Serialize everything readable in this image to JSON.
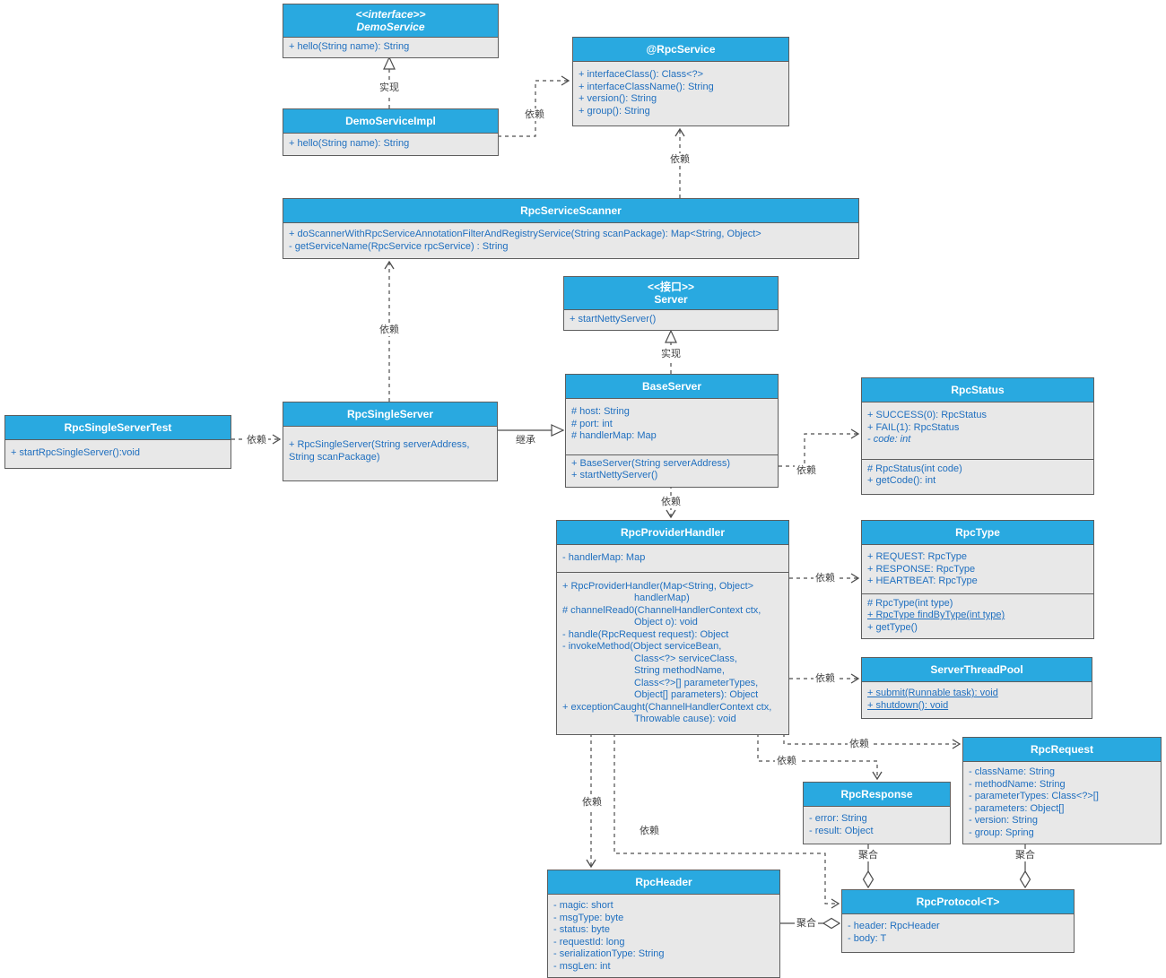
{
  "colors": {
    "header_bg": "#29A9E0",
    "body_bg": "#E8E8E8",
    "member_text": "#1F6FBF",
    "border": "#5E5E5E",
    "connector": "#4D4D4D"
  },
  "classes": {
    "demo_service": {
      "stereotype": "<<interface>>",
      "name": "DemoService",
      "methods": [
        "+  hello(String name): String"
      ]
    },
    "rpc_service_annotation": {
      "name": "@RpcService",
      "methods": [
        "+ interfaceClass(): Class<?>",
        "+ interfaceClassName(): String",
        "+ version(): String",
        "+ group(): String"
      ]
    },
    "demo_service_impl": {
      "name": "DemoServiceImpl",
      "methods": [
        "+  hello(String name): String"
      ]
    },
    "rpc_service_scanner": {
      "name": "RpcServiceScanner",
      "methods": [
        "+ doScannerWithRpcServiceAnnotationFilterAndRegistryService(String scanPackage): Map<String, Object>",
        "- getServiceName(RpcService rpcService) : String"
      ]
    },
    "server": {
      "stereotype": "<<接口>>",
      "name": "Server",
      "methods": [
        "+ startNettyServer()"
      ]
    },
    "base_server": {
      "name": "BaseServer",
      "attributes": [
        "# host: String",
        "# port: int",
        "# handlerMap: Map"
      ],
      "methods": [
        "+ BaseServer(String serverAddress)",
        "+ startNettyServer()"
      ]
    },
    "rpc_status": {
      "name": "RpcStatus",
      "attributes": [
        "+ SUCCESS(0): RpcStatus",
        "+ FAIL(1): RpcStatus",
        "- code: int"
      ],
      "methods": [
        "# RpcStatus(int code)",
        "+ getCode(): int"
      ]
    },
    "rpc_single_server_test": {
      "name": "RpcSingleServerTest",
      "methods": [
        "+ startRpcSingleServer():void"
      ]
    },
    "rpc_single_server": {
      "name": "RpcSingleServer",
      "methods": [
        "+ RpcSingleServer(String serverAddress,",
        "String scanPackage)"
      ]
    },
    "rpc_provider_handler": {
      "name": "RpcProviderHandler",
      "attributes": [
        "- handlerMap: Map"
      ],
      "methods": [
        "+ RpcProviderHandler(Map<String, Object>",
        "handlerMap)",
        "# channelRead0(ChannelHandlerContext ctx,",
        "Object o): void",
        "- handle(RpcRequest request): Object",
        "- invokeMethod(Object serviceBean,",
        "Class<?> serviceClass,",
        "String methodName,",
        "Class<?>[] parameterTypes,",
        "Object[] parameters): Object",
        "+ exceptionCaught(ChannelHandlerContext ctx,",
        "Throwable cause): void"
      ]
    },
    "rpc_type": {
      "name": "RpcType",
      "attributes": [
        "+ REQUEST: RpcType",
        "+ RESPONSE: RpcType",
        "+ HEARTBEAT: RpcType"
      ],
      "methods": [
        "# RpcType(int type)",
        "+ RpcType findByType(int type)",
        "+ getType()"
      ]
    },
    "server_thread_pool": {
      "name": "ServerThreadPool",
      "methods": [
        "+ submit(Runnable task): void",
        "+ shutdown(): void"
      ]
    },
    "rpc_request": {
      "name": "RpcRequest",
      "attributes": [
        "- className: String",
        "- methodName: String",
        "- parameterTypes: Class<?>[]",
        "- parameters: Object[]",
        "- version: String",
        "- group: Spring"
      ]
    },
    "rpc_response": {
      "name": "RpcResponse",
      "attributes": [
        "- error: String",
        "- result: Object"
      ]
    },
    "rpc_header": {
      "name": "RpcHeader",
      "attributes": [
        "- magic: short",
        "- msgType: byte",
        "- status: byte",
        "- requestId: long",
        "- serializationType: String",
        "- msgLen: int"
      ]
    },
    "rpc_protocol": {
      "name": "RpcProtocol<T>",
      "attributes": [
        "- header: RpcHeader",
        "- body: T"
      ]
    }
  },
  "edges": [
    {
      "name": "realize-demoserviceimpl-demoservice",
      "label": "实现"
    },
    {
      "name": "depend-demoserviceimpl-rpcservice",
      "label": "依赖"
    },
    {
      "name": "depend-rpcservicescanner-rpcservice",
      "label": "依赖"
    },
    {
      "name": "depend-rpcsingleserver-rpcservicescanner",
      "label": "依赖"
    },
    {
      "name": "realize-baseserver-server",
      "label": "实现"
    },
    {
      "name": "extend-rpcsingleserver-baseserver",
      "label": "继承"
    },
    {
      "name": "depend-rpcsingleservertest-rpcsingleserver",
      "label": "依赖"
    },
    {
      "name": "depend-baseserver-rpcstatus",
      "label": "依赖"
    },
    {
      "name": "depend-baseserver-rpcproviderhandler",
      "label": "依赖"
    },
    {
      "name": "depend-rpcproviderhandler-rpctype",
      "label": "依赖"
    },
    {
      "name": "depend-rpcproviderhandler-serverthreadpool",
      "label": "依赖"
    },
    {
      "name": "depend-rpcproviderhandler-rpcrequest",
      "label": "依赖"
    },
    {
      "name": "depend-rpcproviderhandler-rpcresponse",
      "label": "依赖"
    },
    {
      "name": "depend-rpcproviderhandler-rpcheader",
      "label": "依赖"
    },
    {
      "name": "depend-rpcproviderhandler-rpcprotocol",
      "label": "依赖"
    },
    {
      "name": "aggregate-rpcresponse-rpcprotocol",
      "label": "聚合"
    },
    {
      "name": "aggregate-rpcrequest-rpcprotocol",
      "label": "聚合"
    },
    {
      "name": "aggregate-rpcheader-rpcprotocol",
      "label": "聚合"
    }
  ]
}
